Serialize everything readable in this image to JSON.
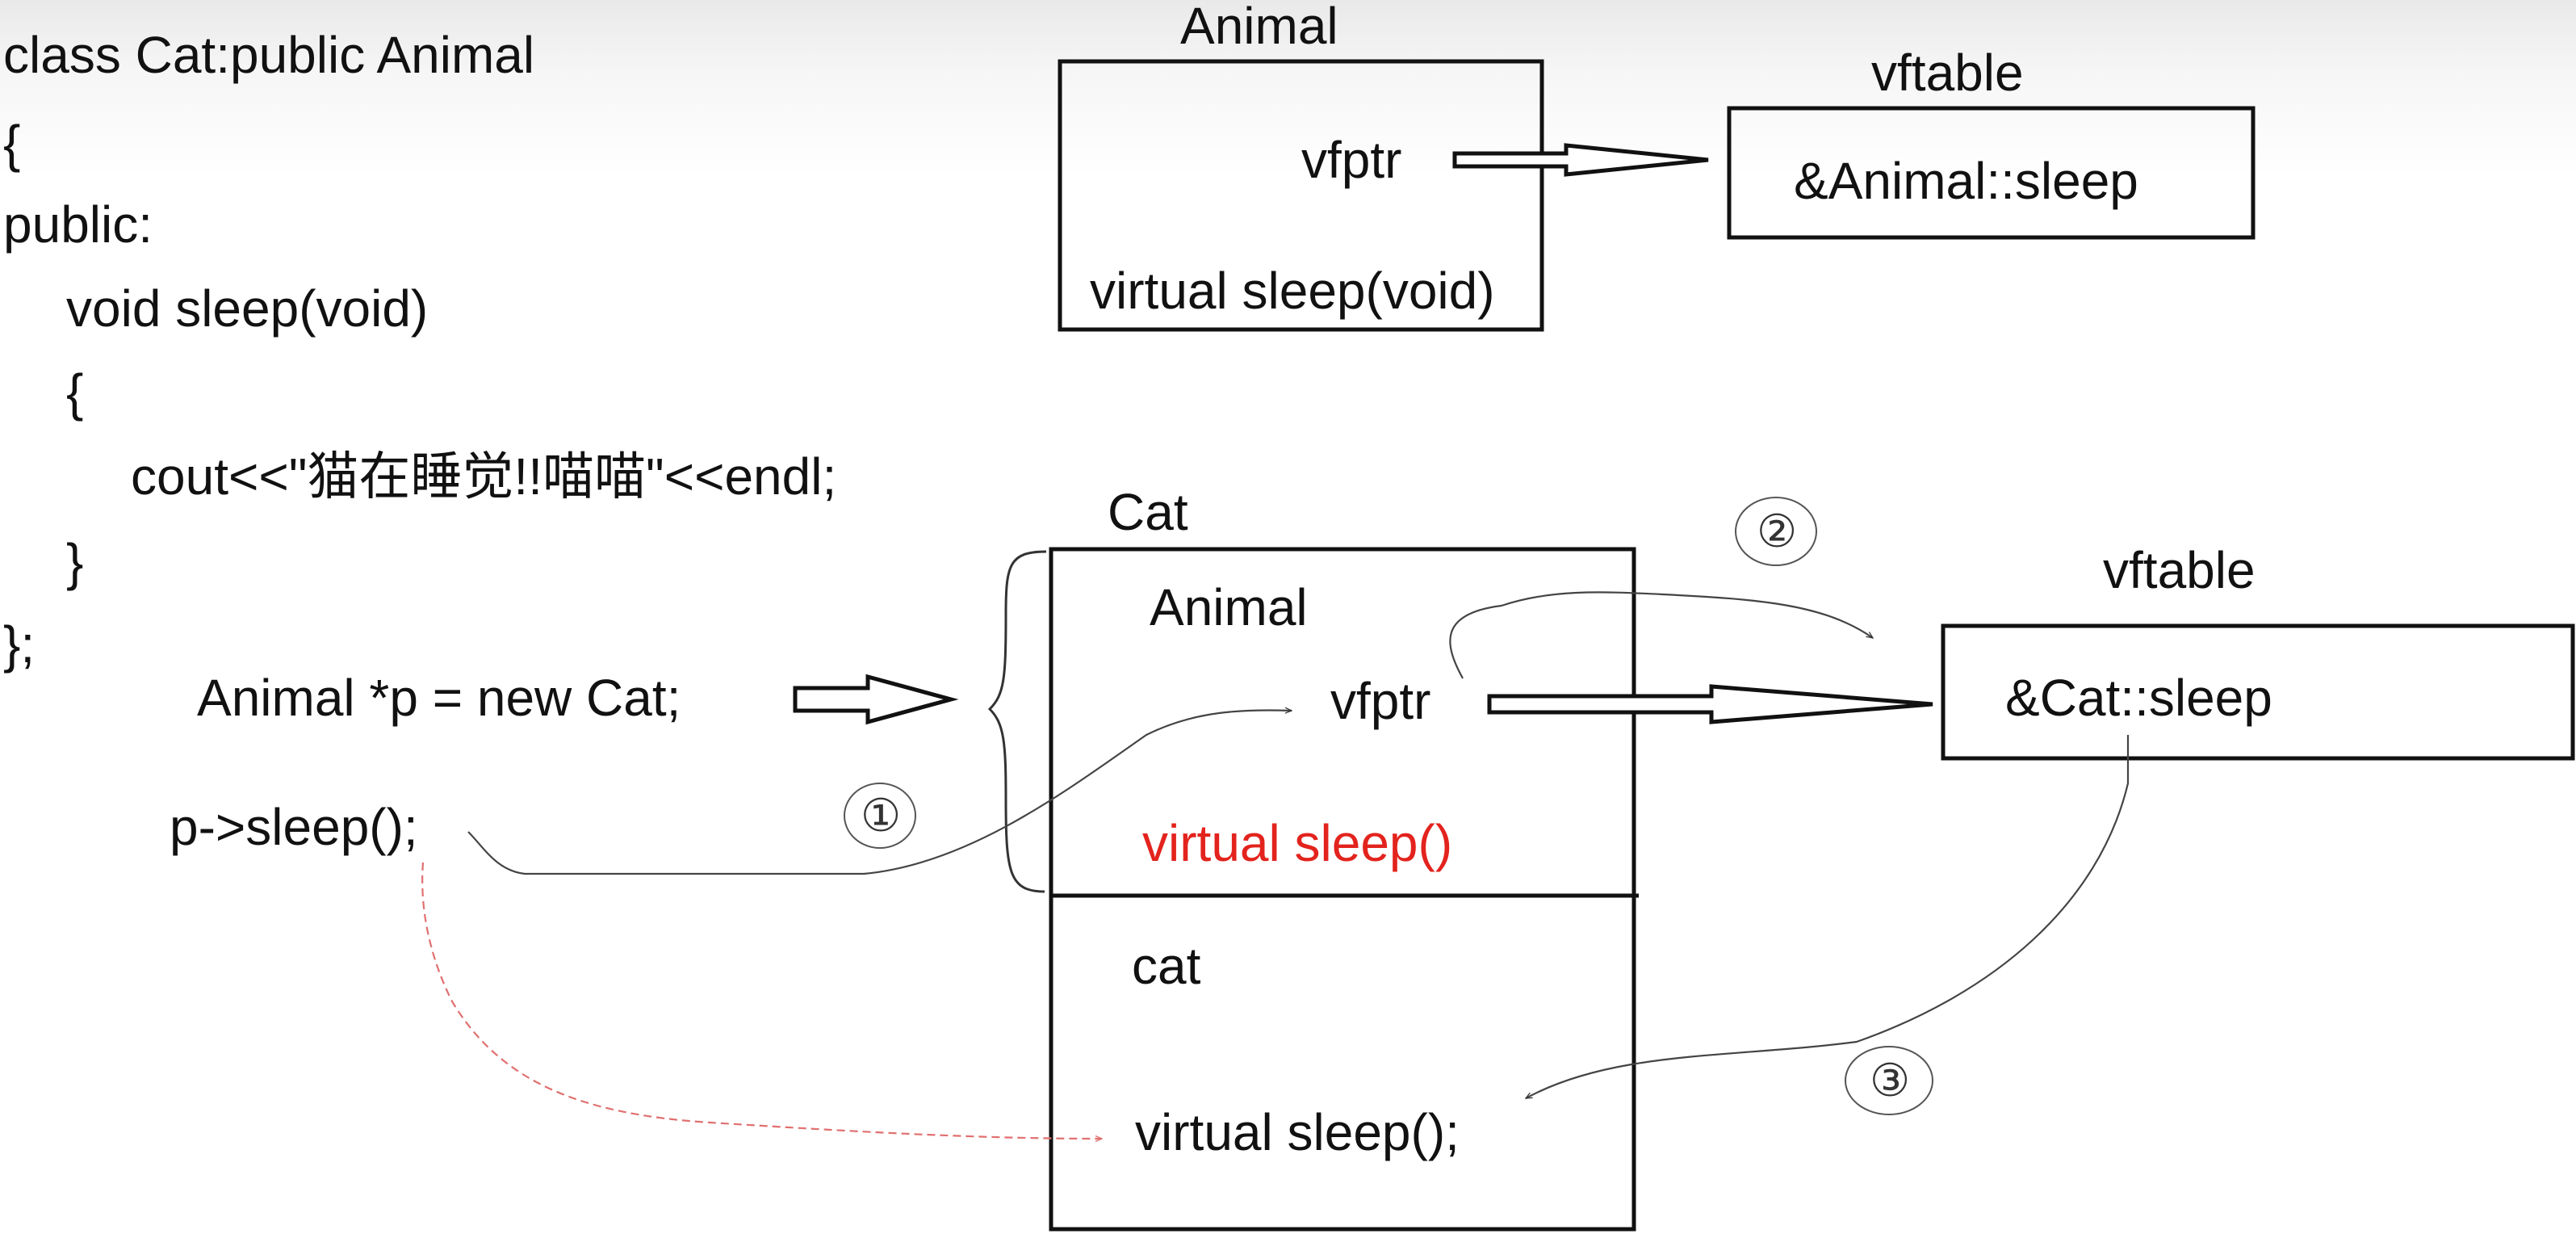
{
  "code": {
    "line1": "class Cat:public Animal",
    "line2": "{",
    "line3": "public:",
    "line4": "void sleep(void)",
    "line5": "{",
    "line6": "cout<<\"猫在睡觉!!喵喵\"<<endl;",
    "line7": "}",
    "line8": "};"
  },
  "statements": {
    "new_cat": "Animal *p = new Cat;",
    "call_sleep": "p->sleep();"
  },
  "animal_object": {
    "title": "Animal",
    "vfptr": "vfptr",
    "method": "virtual sleep(void)"
  },
  "animal_vftable": {
    "title": "vftable",
    "entry": "&Animal::sleep"
  },
  "cat_object": {
    "title": "Cat",
    "base_label": "Animal",
    "vfptr": "vfptr",
    "base_method": "virtual sleep()",
    "derived_label": "cat",
    "derived_method": "virtual sleep();"
  },
  "cat_vftable": {
    "title": "vftable",
    "entry": "&Cat::sleep"
  },
  "steps": {
    "step1": "①",
    "step2": "②",
    "step3": "③"
  },
  "colors": {
    "ink": "#111111",
    "highlight": "#e3231d",
    "red_flow": "#e07070"
  }
}
